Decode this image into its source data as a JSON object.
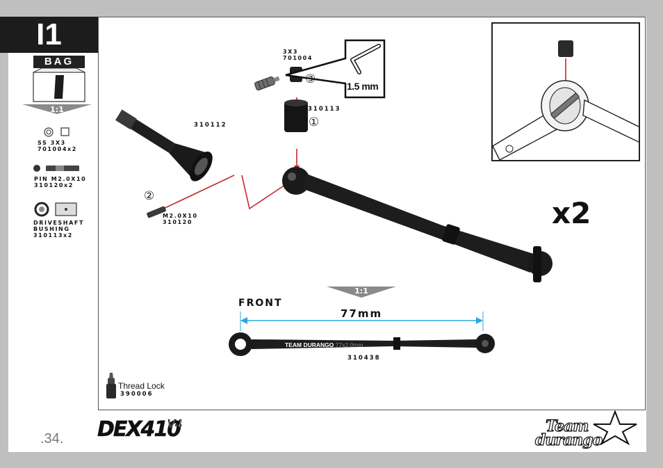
{
  "step": {
    "id": "I1"
  },
  "bag": {
    "label": "BAG",
    "scale": "1:1"
  },
  "sidebar_parts": [
    {
      "line1": "SS 3X3",
      "line2": "701004x2"
    },
    {
      "line1": "PIN M2.0X10",
      "line2": "310120x2"
    },
    {
      "line1": "DRIVESHAFT",
      "line2": "BUSHING",
      "line3": "310113x2"
    }
  ],
  "callouts": {
    "setscrew": {
      "size": "3X3",
      "number": "701004"
    },
    "hex_tool": "1.5 mm",
    "bushing": "310113",
    "axle": "310112",
    "pin": {
      "size": "M2.0X10",
      "number": "310120"
    },
    "step_numbers": [
      "③",
      "①",
      "②"
    ]
  },
  "quantity": "x2",
  "lower_view": {
    "scale": "1:1",
    "front_label": "FRONT",
    "length": "77mm",
    "shaft_brand": "TEAM DURANGO",
    "shaft_spec": "77x2.0mm",
    "shaft_number": "310438"
  },
  "thread_lock": {
    "label": "Thread Lock",
    "number": "390006"
  },
  "footer": {
    "page": ".34.",
    "product_logo": "DEX410",
    "product_version": "V4",
    "brand_logo_line1": "Team",
    "brand_logo_line2": "durango"
  },
  "colors": {
    "arrow": "#c0272d",
    "dimension": "#29a8e0",
    "dark_banner": "#1c1c1c"
  }
}
